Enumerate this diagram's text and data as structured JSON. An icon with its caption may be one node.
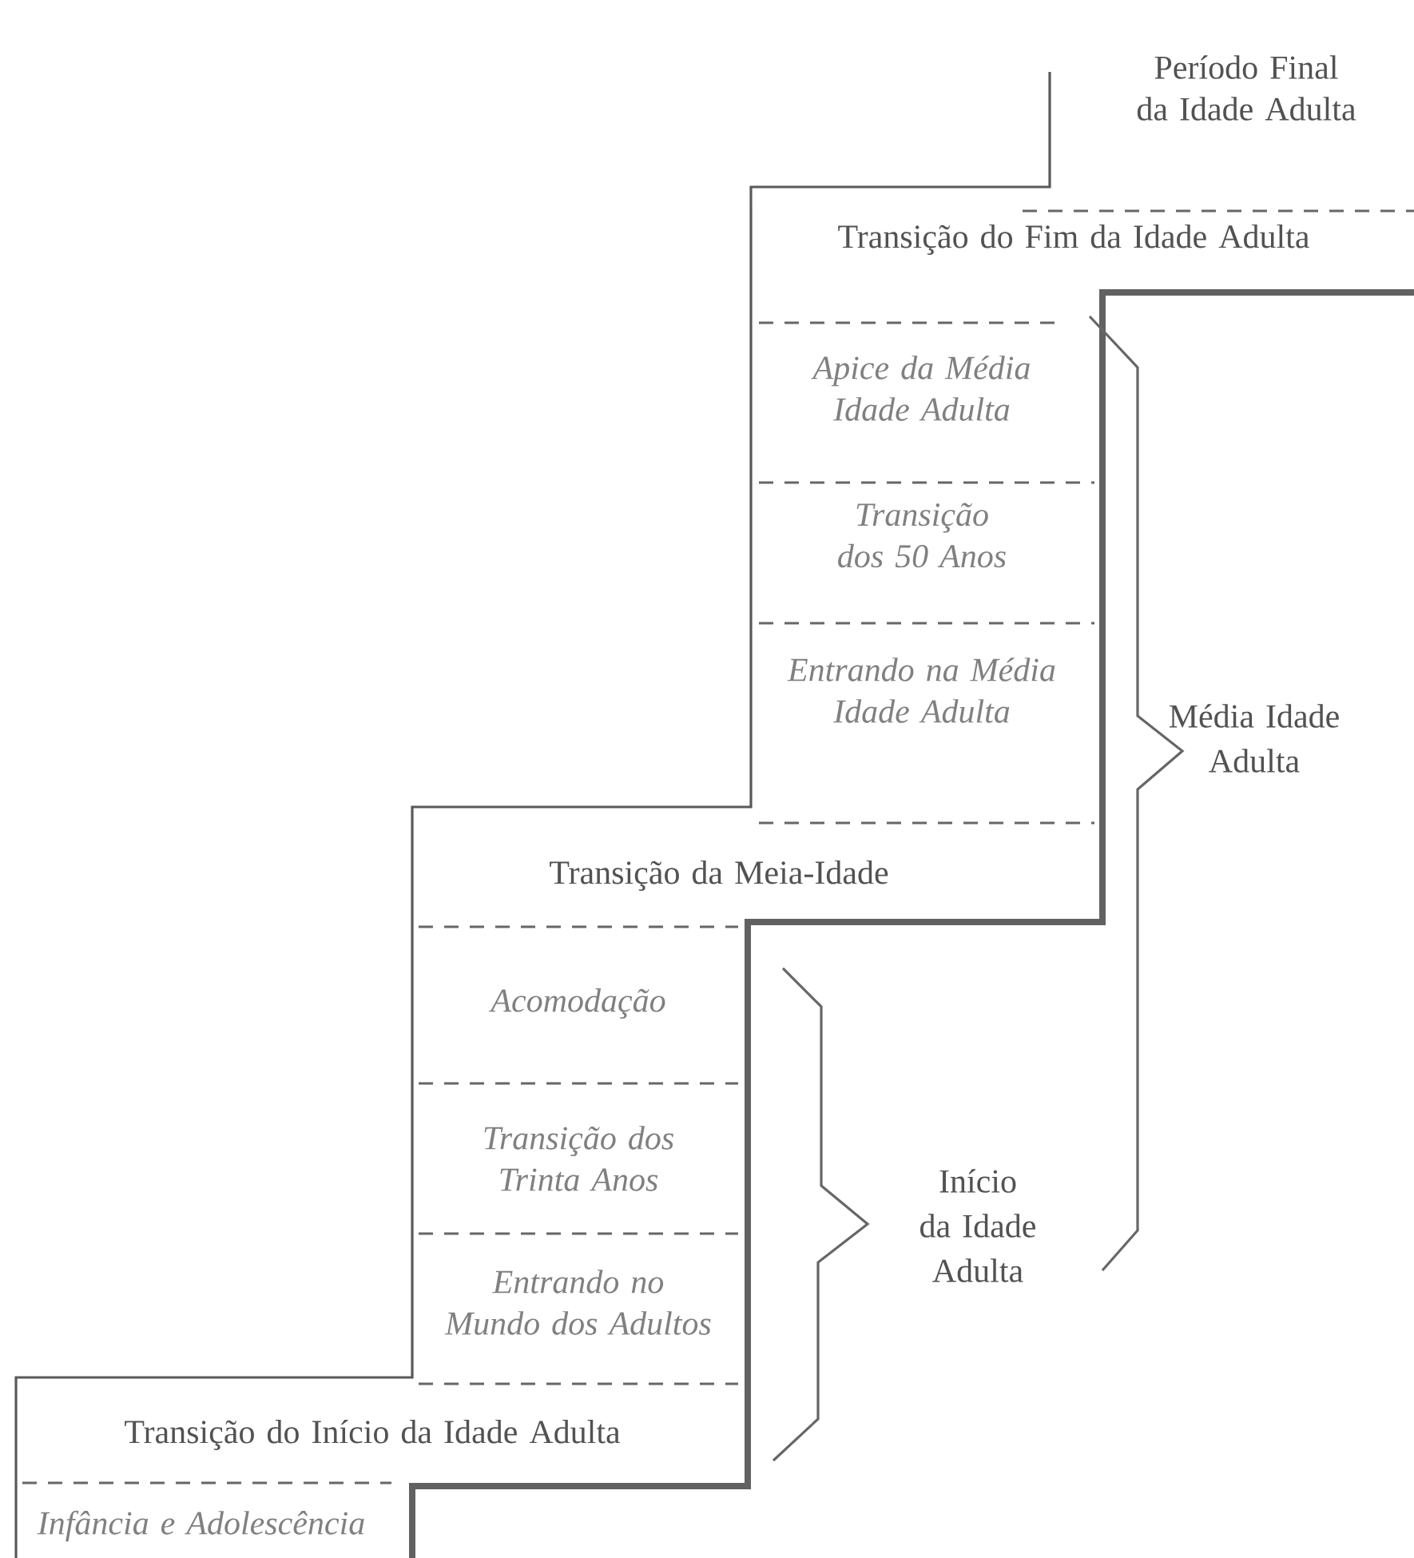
{
  "diagram": {
    "nodes": [
      {
        "text": [
          "Período Final da Idade Adulta"
        ]
      },
      {
        "text": [
          "Transição do Fim da Idade Adulta"
        ]
      },
      {
        "text": [
          "Apice da Média Idade Adulta"
        ]
      },
      {
        "text": [
          "Transição dos 50 Anos"
        ]
      },
      {
        "text": [
          "Entrando na Média Idade Adulta"
        ]
      },
      {
        "text": [
          "Transição da Meia-Idade"
        ]
      },
      {
        "text": [
          "Acomodação"
        ]
      },
      {
        "text": [
          "Transição dos Trinta Anos"
        ]
      },
      {
        "text": [
          "Entrando no Mundo dos Adultos"
        ]
      },
      {
        "text": [
          "Transição do Início da Idade Adulta"
        ]
      },
      {
        "text": [
          "Infância e Adolescência"
        ]
      }
    ],
    "labels": [
      "Média Idade Adulta",
      "Início da Idade Adulta"
    ]
  }
}
